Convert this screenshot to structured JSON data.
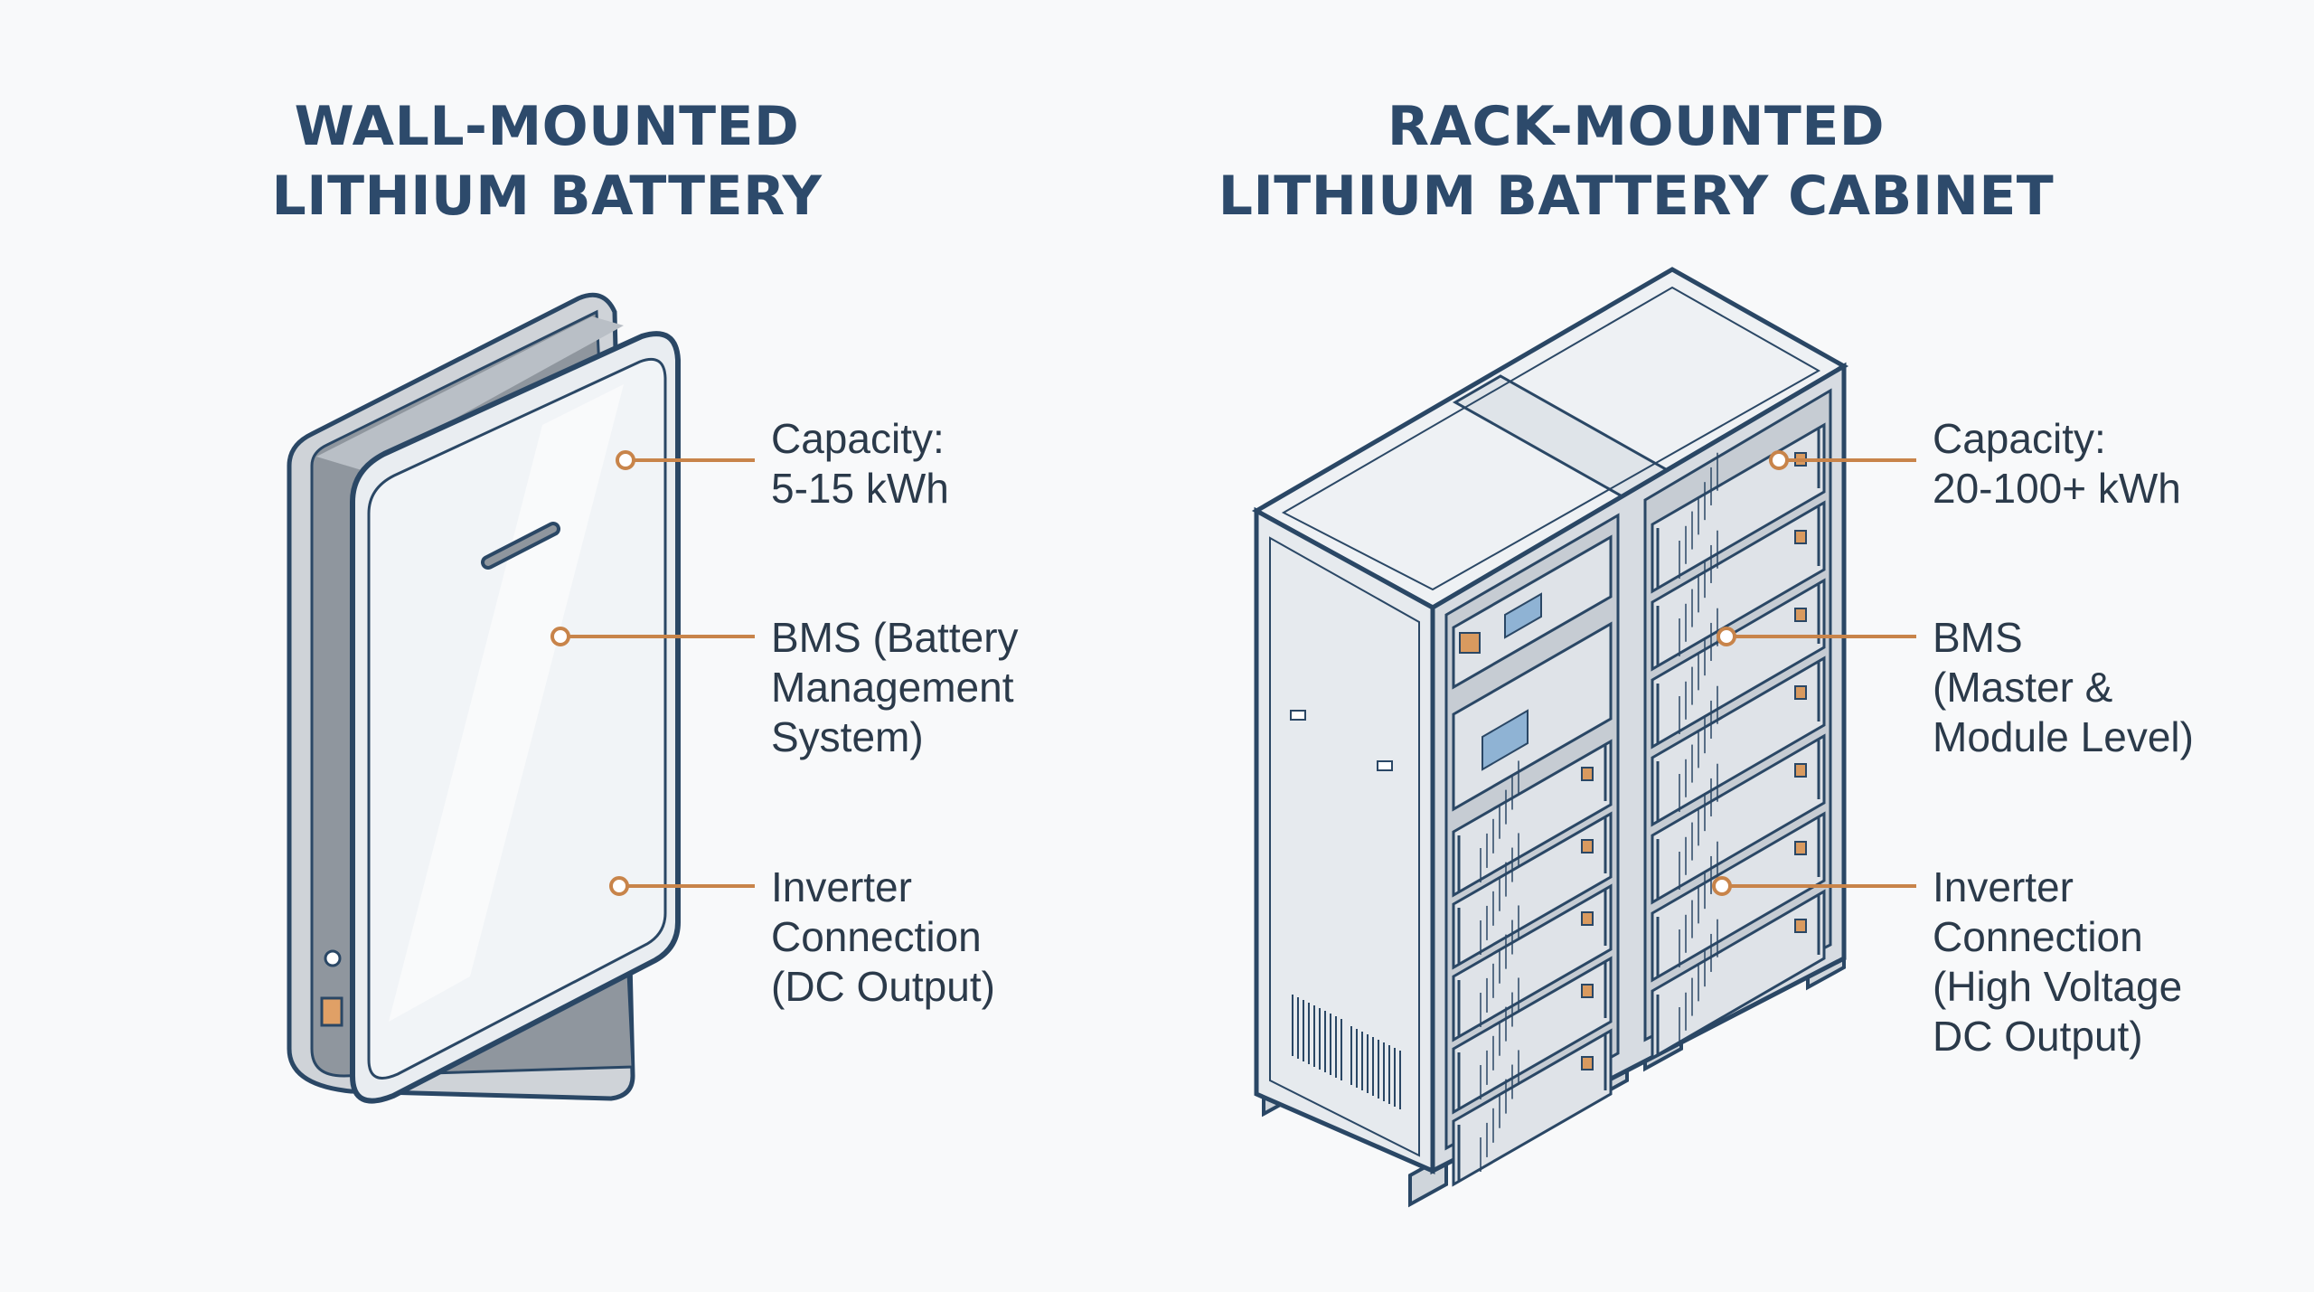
{
  "colors": {
    "title": "#2d4a6b",
    "outline": "#2a4765",
    "accent": "#c8844a",
    "text": "#2b3a4a",
    "panel_light": "#edf0f4",
    "panel_side": "#8f969e",
    "module": "#dfe3e8"
  },
  "wall": {
    "title_lines": [
      "WALL-MOUNTED",
      "LITHIUM BATTERY"
    ],
    "callouts": [
      {
        "id": "capacity",
        "lines": [
          "Capacity:",
          "5-15 kWh"
        ]
      },
      {
        "id": "bms",
        "lines": [
          "BMS (Battery",
          "Management",
          "System)"
        ]
      },
      {
        "id": "inverter",
        "lines": [
          "Inverter",
          "Connection",
          "(DC Output)"
        ]
      }
    ]
  },
  "rack": {
    "title_lines": [
      "RACK-MOUNTED",
      "LITHIUM BATTERY CABINET"
    ],
    "callouts": [
      {
        "id": "capacity",
        "lines": [
          "Capacity:",
          "20-100+ kWh"
        ]
      },
      {
        "id": "bms",
        "lines": [
          "BMS",
          "(Master &",
          "Module Level)"
        ]
      },
      {
        "id": "inverter",
        "lines": [
          "Inverter",
          "Connection",
          "(High Voltage",
          "DC Output)"
        ]
      }
    ]
  }
}
